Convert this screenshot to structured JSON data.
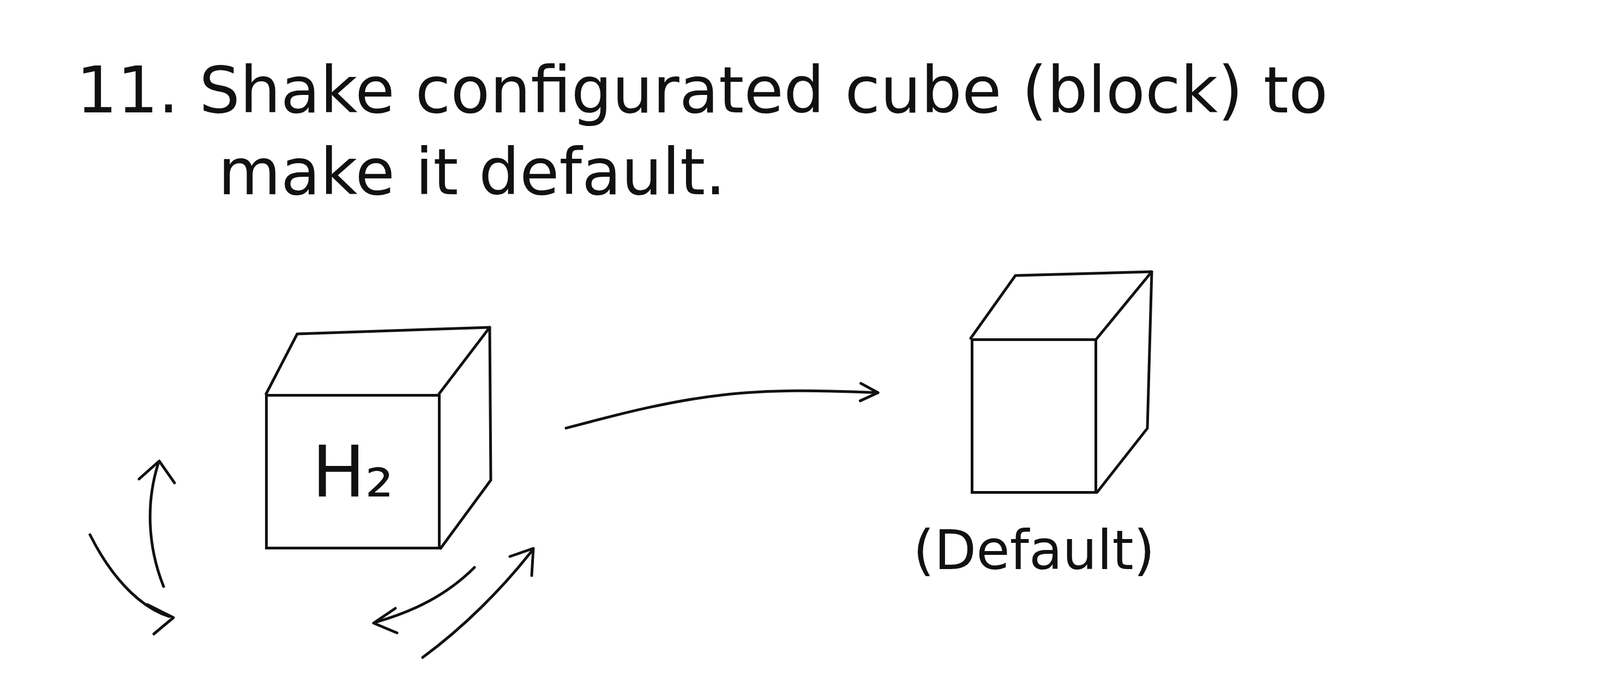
{
  "diagram": {
    "title": "11. Shake configurated cube (block) to make it default.",
    "nodes": [
      {
        "text": [
          "H₂"
        ]
      },
      {
        "text": [
          "(Default)"
        ]
      }
    ],
    "edges": [
      {
        "from": 0,
        "to": 1,
        "arrow": "to"
      }
    ]
  }
}
